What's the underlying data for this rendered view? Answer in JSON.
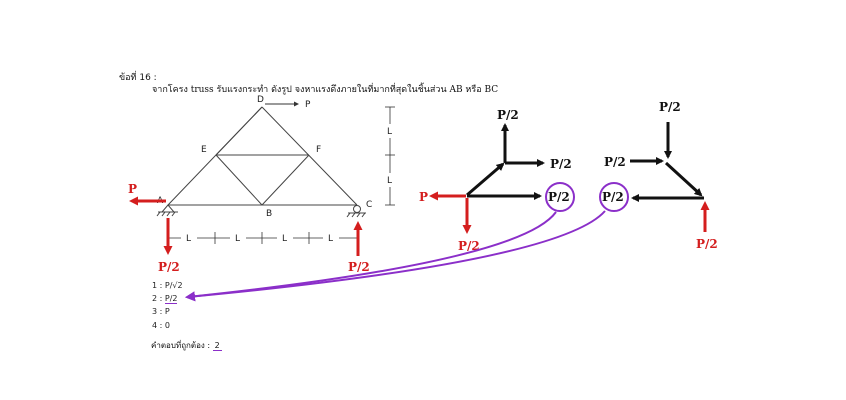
{
  "question": {
    "number": "ข้อที่ 16 :",
    "text": "จากโครง truss รับแรงกระทำ ดังรูป จงหาแรงดึงภายในที่มากที่สุดในชิ้นส่วน AB หรือ BC"
  },
  "choices": [
    {
      "num": "1 :",
      "label": "P/√2"
    },
    {
      "num": "2 :",
      "label": "P/2"
    },
    {
      "num": "3 :",
      "label": "P"
    },
    {
      "num": "4 :",
      "label": "0"
    }
  ],
  "answer": {
    "label": "คำตอบที่ถูกต้อง :",
    "value": "2"
  },
  "truss": {
    "nodes": {
      "A": "A",
      "B": "B",
      "C": "C",
      "D": "D",
      "E": "E",
      "F": "F"
    },
    "load_top": "P",
    "span_labels": [
      "L",
      "L",
      "L",
      "L"
    ],
    "height_labels": [
      "L",
      "L"
    ],
    "load_left": "P",
    "reaction_left": "P/2",
    "reaction_right": "P/2"
  },
  "fbd_left": {
    "up": "P/2",
    "right_top": "P/2",
    "left": "P",
    "down": "P/2",
    "circled": "P/2"
  },
  "fbd_right": {
    "up": "P/2",
    "left_top": "P/2",
    "circled": "P/2",
    "reaction": "P/2"
  },
  "colors": {
    "accent": "#8b2fc9",
    "force": "#d41e1e",
    "ink": "#111111"
  }
}
